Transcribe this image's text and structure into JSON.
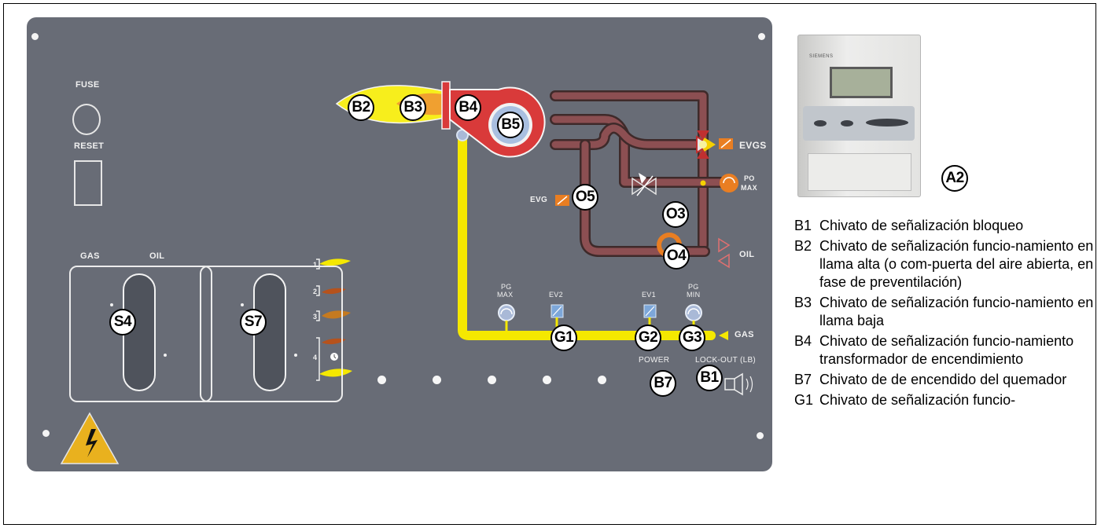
{
  "panel": {
    "fuse_label": "FUSE",
    "reset_label": "RESET",
    "gas_label": "GAS",
    "oil_label": "OIL",
    "switch_left": "S4",
    "switch_right": "S7",
    "lamp_numbers": [
      "1",
      "2",
      "3",
      "4"
    ]
  },
  "diagram": {
    "flame_labels": [
      "B2",
      "B3"
    ],
    "motor_labels": [
      "B4",
      "B5"
    ],
    "evgs": "EVGS",
    "po_max": [
      "PO",
      "MAX"
    ],
    "evg": "EVG",
    "o5": "O5",
    "o3": "O3",
    "o4": "O4",
    "oil": "OIL",
    "pg_max": [
      "PG",
      "MAX"
    ],
    "ev2": "EV2",
    "ev1": "EV1",
    "pg_min": [
      "PG",
      "MIN"
    ],
    "g1": "G1",
    "g2": "G2",
    "g3": "G3",
    "gas": "GAS",
    "power": "POWER",
    "lockout": "LOCK-OUT (LB)",
    "b7": "B7",
    "b1": "B1"
  },
  "device": {
    "brand": "SIEMENS",
    "label": "A2"
  },
  "legend": [
    {
      "code": "B1",
      "text": "Chivato de señalización bloqueo"
    },
    {
      "code": "B2",
      "text": "Chivato de señalización funcio-namiento en llama alta (o com-puerta del aire abierta, en fase de preventilación)"
    },
    {
      "code": "B3",
      "text": "Chivato de señalización funcio-namiento en llama baja"
    },
    {
      "code": "B4",
      "text": "Chivato de señalización funcio-namiento transformador de encendimiento"
    },
    {
      "code": "B7",
      "text": "Chivato de de encendido del quemador"
    },
    {
      "code": "G1",
      "text": "Chivato de señalización funcio-"
    }
  ]
}
